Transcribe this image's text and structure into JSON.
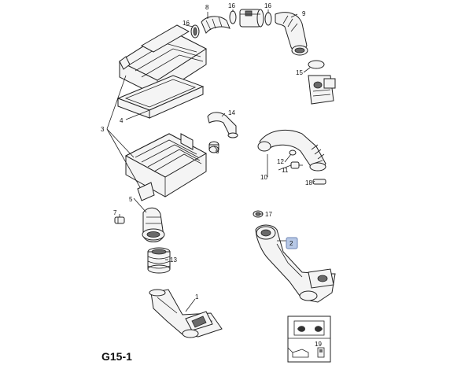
{
  "figure": {
    "code": "G15-1"
  },
  "callouts": {
    "c1": "1",
    "c2": "2",
    "c3": "3",
    "c4": "4",
    "c5": "5",
    "c6": "6",
    "c7": "7",
    "c8": "8",
    "c9": "9",
    "c10": "10",
    "c11": "11",
    "c12": "12",
    "c13": "13",
    "c14": "14",
    "c15": "15",
    "c16a": "16",
    "c16b": "16",
    "c16c": "16",
    "c17": "17",
    "c18": "18",
    "c19": "19"
  },
  "highlight": {
    "color": "#b7c8e6",
    "border": "#6f86b5"
  },
  "legend_box": {
    "icons": [
      "wrench-tool-icon",
      "oil-can-icon"
    ]
  }
}
